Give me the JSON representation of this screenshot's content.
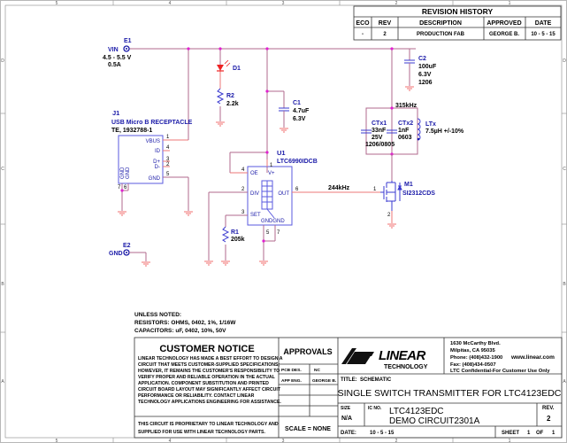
{
  "border": {
    "columns": [
      "5",
      "4",
      "3",
      "2",
      "1"
    ],
    "rows": [
      "D",
      "C",
      "B",
      "A"
    ]
  },
  "revision_history": {
    "title": "REVISION HISTORY",
    "headers": [
      "ECO",
      "REV",
      "DESCRIPTION",
      "APPROVED",
      "DATE"
    ],
    "rows": [
      [
        "-",
        "2",
        "PRODUCTION FAB",
        "GEORGE B.",
        "10 - 5 - 15"
      ]
    ]
  },
  "schematic": {
    "e1": {
      "ref": "E1",
      "net": "VIN",
      "range": "4.5 - 5.5 V",
      "current": "0.5A"
    },
    "e2": {
      "ref": "E2",
      "net": "GND"
    },
    "d1": {
      "ref": "D1"
    },
    "r2": {
      "ref": "R2",
      "value": "2.2k"
    },
    "r1": {
      "ref": "R1",
      "value": "205k"
    },
    "c1": {
      "ref": "C1",
      "value": "4.7uF",
      "voltage": "6.3V"
    },
    "c2": {
      "ref": "C2",
      "value": "100uF",
      "voltage": "6.3V",
      "package": "1206"
    },
    "ctx1": {
      "ref": "CTx1",
      "value": "33nF",
      "voltage": "25V",
      "package": "1206/0805"
    },
    "ctx2": {
      "ref": "CTx2",
      "value": "1nF",
      "package": "0603"
    },
    "ltx": {
      "ref": "LTx",
      "value": "7.5µH +/-10%"
    },
    "freq_tank": "315kHz",
    "freq_osc": "244kHz",
    "j1": {
      "ref": "J1",
      "name": "USB Micro B RECEPTACLE",
      "part": "TE, 1932788-1",
      "pins": [
        {
          "name": "VBUS",
          "num": "1"
        },
        {
          "name": "ID",
          "num": "4"
        },
        {
          "name": "D+",
          "num": "3"
        },
        {
          "name": "D-",
          "num": "2"
        },
        {
          "name": "GND",
          "num": "5"
        }
      ],
      "shield_pins": [
        "GND",
        "GND"
      ],
      "shield_nums": [
        "7",
        "6"
      ]
    },
    "u1": {
      "ref": "U1",
      "part": "LTC6990IDCB",
      "pins": [
        {
          "name": "OE",
          "num": "4"
        },
        {
          "name": "V+",
          "num": "1"
        },
        {
          "name": "DIV",
          "num": "2"
        },
        {
          "name": "OUT",
          "num": "6"
        },
        {
          "name": "SET",
          "num": "3"
        },
        {
          "name": "GNDGND",
          "num": ""
        }
      ],
      "gnd_nums": [
        "5",
        "7"
      ]
    },
    "m1": {
      "ref": "M1",
      "part": "SI2312CDS",
      "gate_pin": "1",
      "source_pin": "2"
    }
  },
  "notes": {
    "line1": "UNLESS NOTED:",
    "line2": "RESISTORS: OHMS, 0402, 1%, 1/16W",
    "line3": "CAPACITORS:  uF, 0402, 10%,  50V"
  },
  "customer_notice": {
    "title": "CUSTOMER NOTICE",
    "body": [
      "LINEAR TECHNOLOGY HAS MADE A BEST EFFORT TO DESIGN A",
      "CIRCUIT THAT MEETS CUSTOMER-SUPPLIED SPECIFICATIONS;",
      "HOWEVER, IT REMAINS THE CUSTOMER'S RESPONSIBILITY TO",
      "VERIFY PROPER AND RELIABLE OPERATION IN THE ACTUAL",
      "APPLICATION.  COMPONENT SUBSTITUTION AND PRINTED",
      "CIRCUIT BOARD LAYOUT MAY SIGNIFICANTLY AFFECT CIRCUIT",
      "PERFORMANCE OR RELIABILITY.  CONTACT LINEAR",
      "TECHNOLOGY APPLICATIONS ENGINEERING FOR ASSISTANCE."
    ],
    "proprietary": [
      "THIS CIRCUIT IS PROPRIETARY TO LINEAR TECHNOLOGY AND",
      "SUPPLIED FOR USE WITH LINEAR TECHNOLOGY PARTS."
    ]
  },
  "approvals": {
    "title": "APPROVALS",
    "rows": [
      {
        "role": "PCB DES.",
        "name": "NC"
      },
      {
        "role": "APP ENG.",
        "name": "GEORGE B."
      }
    ],
    "scale": "SCALE = NONE"
  },
  "company": {
    "logo_word": "LINEAR",
    "logo_sub": "TECHNOLOGY",
    "address1": "1630 McCarthy Blvd.",
    "address2": "Milpitas, CA 95035",
    "phone": "Phone: (408)432-1900",
    "web": "www.linear.com",
    "fax": "Fax: (408)434-0507",
    "confidential": "LTC Confidential-For Customer Use Only"
  },
  "title_block": {
    "title_label": "TITLE:",
    "title_value": "SCHEMATIC",
    "main_title": "SINGLE SWITCH TRANSMITTER FOR LTC4123EDC",
    "size_label": "SIZE",
    "size_value": "N/A",
    "ic_label": "IC NO.",
    "ic_line1": "LTC4123EDC",
    "ic_line2": "DEMO CIRCUIT2301A",
    "rev_label": "REV.",
    "rev_value": "2",
    "date_label": "DATE:",
    "date_value": "10 - 5 - 15",
    "sheet_label": "SHEET",
    "sheet_num": "1",
    "of_label": "OF",
    "sheet_total": "1"
  }
}
